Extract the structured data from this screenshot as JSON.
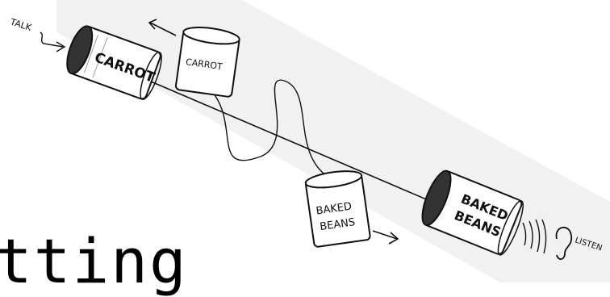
{
  "labels": {
    "talk": "TALK",
    "listen": "LISTEN",
    "cut_word": "tting"
  },
  "cans": {
    "carrot_label": "CARROT",
    "carrot_small_label": "CARROT",
    "beans_label_line1": "BAKED",
    "beans_label_line2": "BEANS"
  },
  "colors": {
    "ink": "#111111",
    "background": "#ffffff",
    "band": "#ececec"
  }
}
